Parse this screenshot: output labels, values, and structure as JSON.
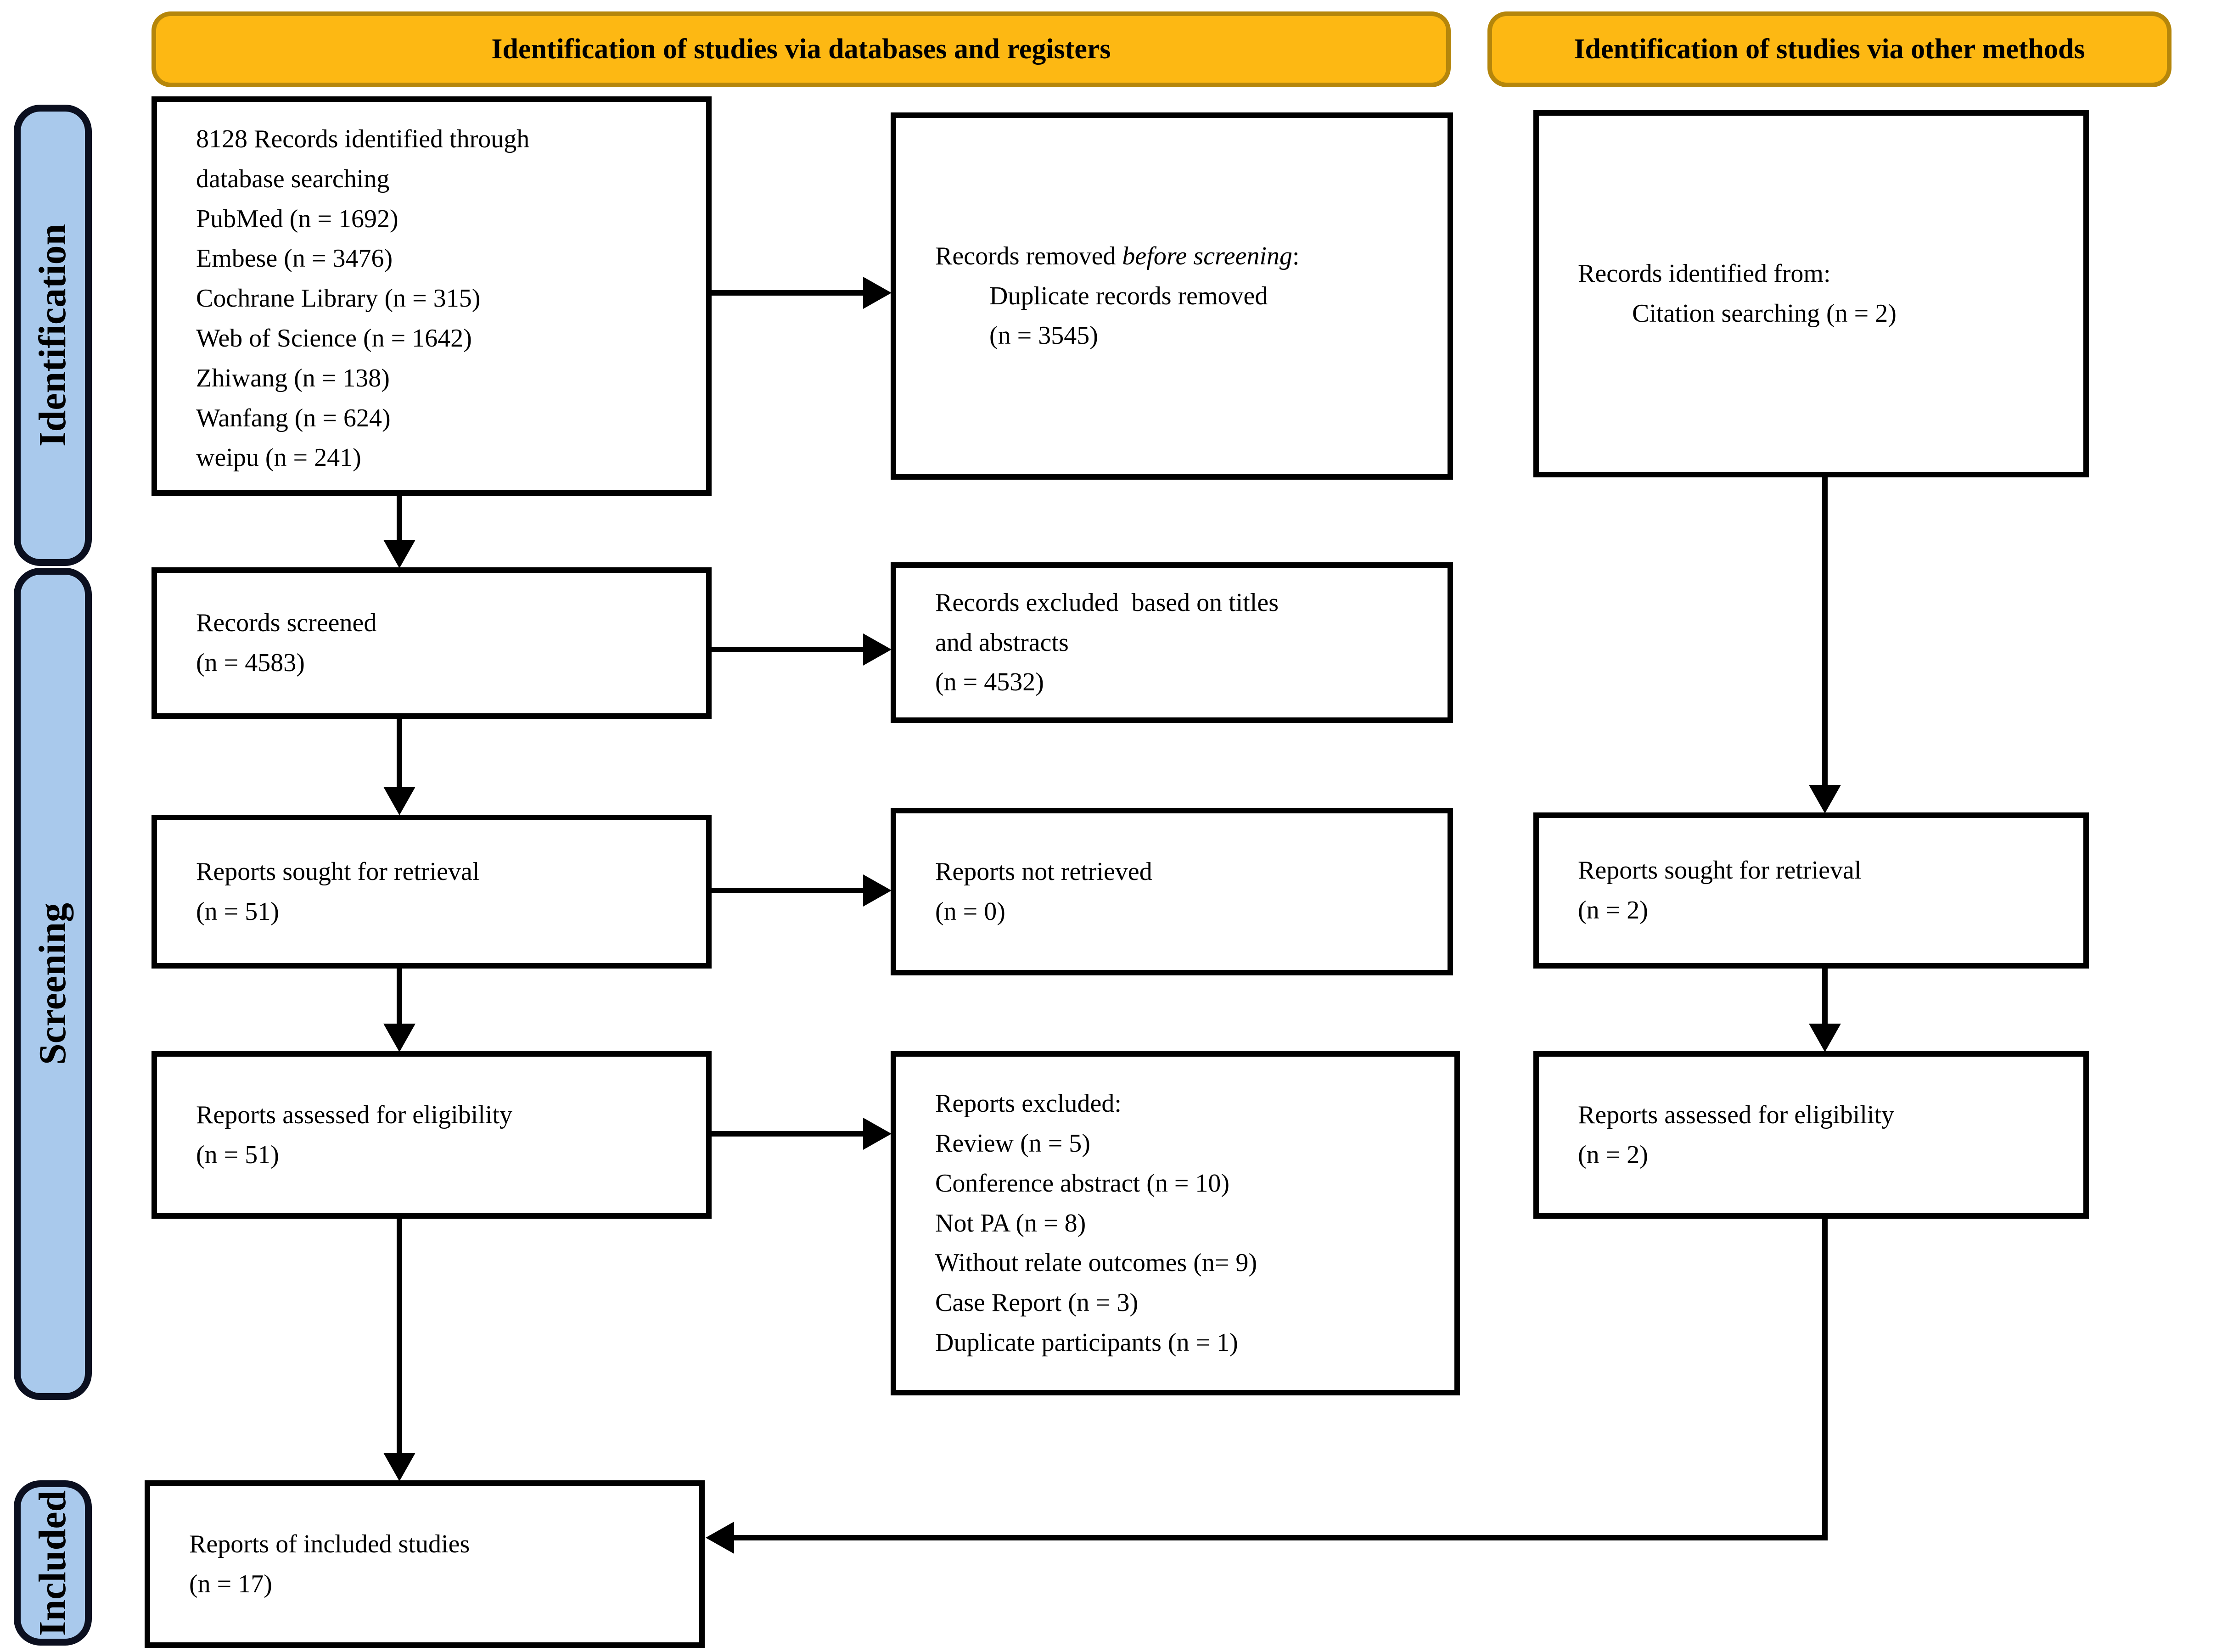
{
  "headers": {
    "left": "Identification of studies via databases and registers",
    "right": "Identification of studies via other methods"
  },
  "sidebar": {
    "identification": "Identification",
    "screening": "Screening",
    "included": "Included"
  },
  "boxes": {
    "identified": {
      "lines": [
        "8128 Records identified through",
        "database searching",
        "PubMed (n = 1692)",
        "Embese (n = 3476)",
        "Cochrane Library (n = 315)",
        "Web of Science (n = 1642)",
        "Zhiwang (n = 138)",
        "Wanfang (n = 624)",
        "weipu (n = 241)"
      ]
    },
    "records_removed": {
      "prefix": "Records removed ",
      "italic": "before screening",
      "suffix": ":",
      "line2": "Duplicate records removed",
      "line3": "(n = 3545)"
    },
    "other_identified": {
      "line1": "Records identified from:",
      "line2": "Citation searching (n = 2)"
    },
    "screened": {
      "line1": "Records screened",
      "line2": "(n = 4583)"
    },
    "excluded_titles": {
      "line1": "Records excluded  based on titles",
      "line2": "and abstracts",
      "line3": "(n = 4532)"
    },
    "sought": {
      "line1": "Reports sought for retrieval",
      "line2": "(n = 51)"
    },
    "not_retrieved": {
      "line1": "Reports not retrieved",
      "line2": "(n = 0)"
    },
    "sought_other": {
      "line1": "Reports sought for retrieval",
      "line2": "(n = 2)"
    },
    "assessed": {
      "line1": "Reports assessed for eligibility",
      "line2": "(n = 51)"
    },
    "excluded_reports": {
      "lines": [
        "Reports excluded:",
        "Review (n = 5)",
        "Conference abstract (n = 10)",
        "Not PA (n = 8)",
        "Without relate outcomes (n= 9)",
        "Case Report (n = 3)",
        "Duplicate participants (n = 1)"
      ]
    },
    "assessed_other": {
      "line1": "Reports assessed for eligibility",
      "line2": "(n = 2)"
    },
    "included_studies": {
      "line1": "Reports of included studies",
      "line2": "(n = 17)"
    }
  },
  "icons": {
    "arrow_right": "css-triangle-right",
    "arrow_down": "css-triangle-down",
    "arrow_left": "css-triangle-left"
  },
  "colors": {
    "banner_fill": "#FDB813",
    "banner_border": "#B5860B",
    "stage_fill": "#A9C9EC",
    "stage_border": "#0B0F1F",
    "box_border": "#000000",
    "arrow": "#000000",
    "background": "#FFFFFF"
  }
}
